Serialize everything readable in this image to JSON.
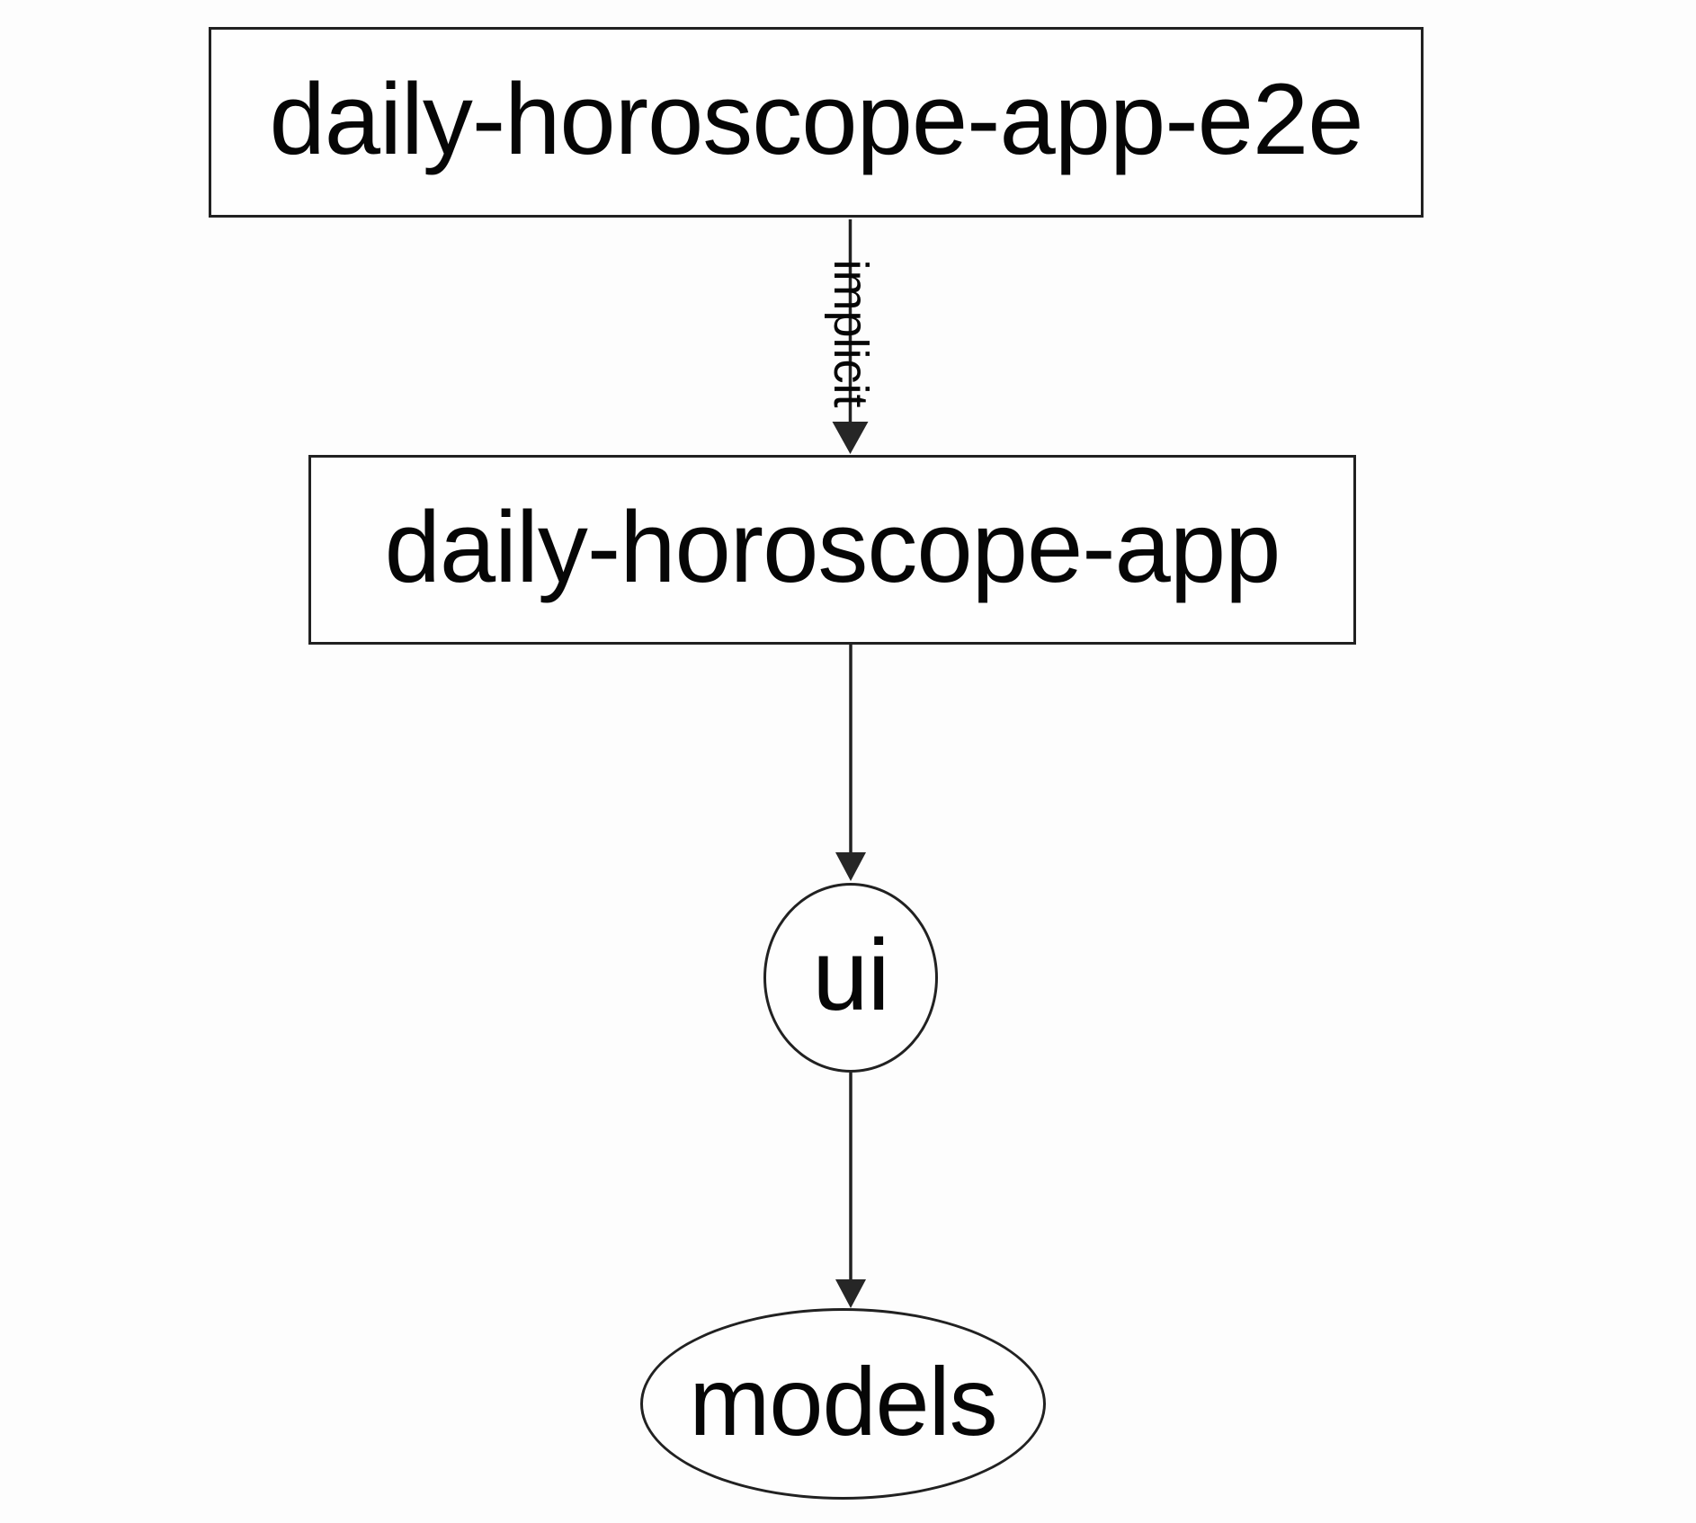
{
  "diagram": {
    "kind": "project-dependency-graph",
    "nodes": [
      {
        "id": "daily-horoscope-app-e2e",
        "label": "daily-horoscope-app-e2e",
        "shape": "rectangle"
      },
      {
        "id": "daily-horoscope-app",
        "label": "daily-horoscope-app",
        "shape": "rectangle"
      },
      {
        "id": "ui",
        "label": "ui",
        "shape": "ellipse"
      },
      {
        "id": "models",
        "label": "models",
        "shape": "ellipse"
      }
    ],
    "edges": [
      {
        "from": "daily-horoscope-app-e2e",
        "to": "daily-horoscope-app",
        "label": "implicit",
        "style": "solid-arrow"
      },
      {
        "from": "daily-horoscope-app",
        "to": "ui",
        "label": "",
        "style": "solid-arrow"
      },
      {
        "from": "ui",
        "to": "models",
        "label": "",
        "style": "solid-arrow"
      }
    ],
    "colors": {
      "background": "#fdfdfd",
      "node_fill": "#fefefe",
      "stroke": "#212121",
      "arrow_fill": "#262626",
      "text": "#060606"
    }
  }
}
